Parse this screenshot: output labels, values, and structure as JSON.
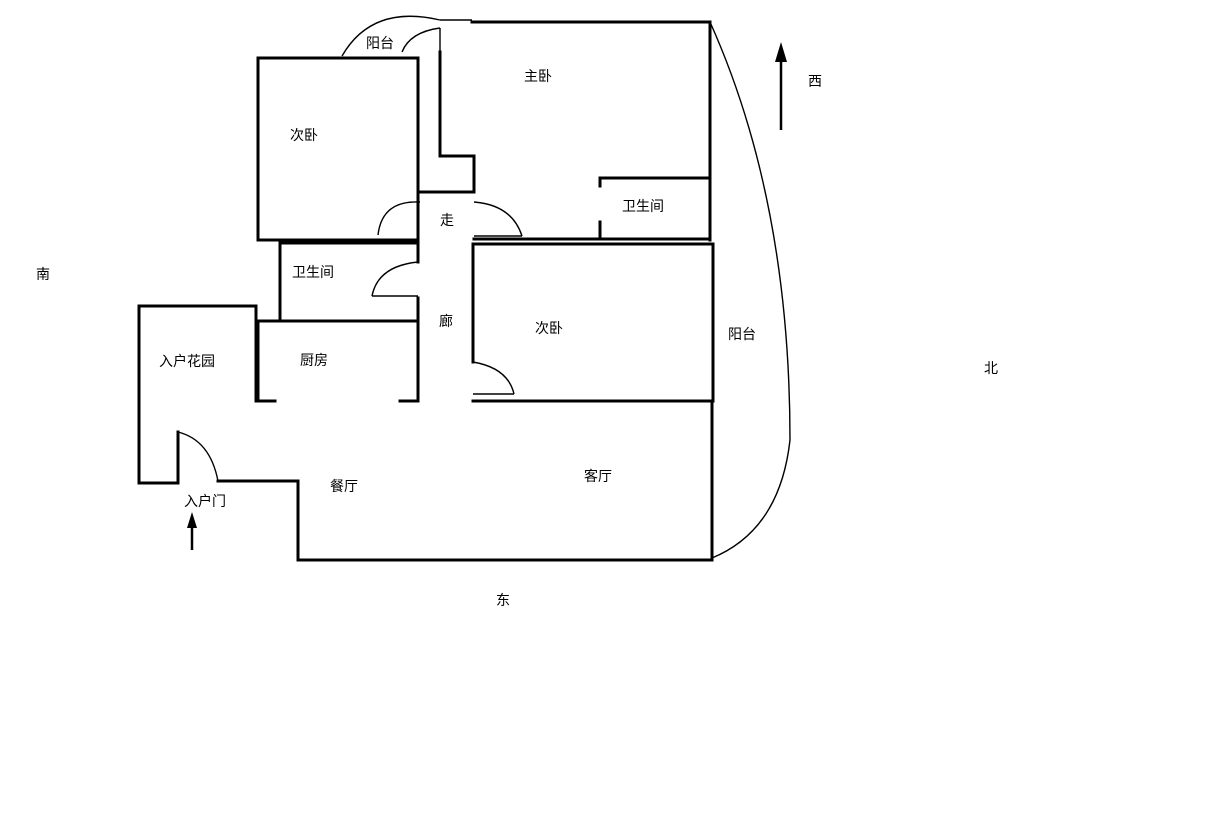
{
  "rooms": {
    "balcony_top": "阳台",
    "master_bedroom": "主卧",
    "second_bedroom_top": "次卧",
    "bathroom_right": "卫生间",
    "corridor_top": "走",
    "bathroom_left": "卫生间",
    "corridor_bottom": "廊",
    "second_bedroom_mid": "次卧",
    "entry_garden": "入户花园",
    "kitchen": "厨房",
    "balcony_right": "阳台",
    "dining_room": "餐厅",
    "living_room": "客厅",
    "entry_door": "入户门"
  },
  "directions": {
    "west": "西",
    "south": "南",
    "north": "北",
    "east": "东"
  }
}
